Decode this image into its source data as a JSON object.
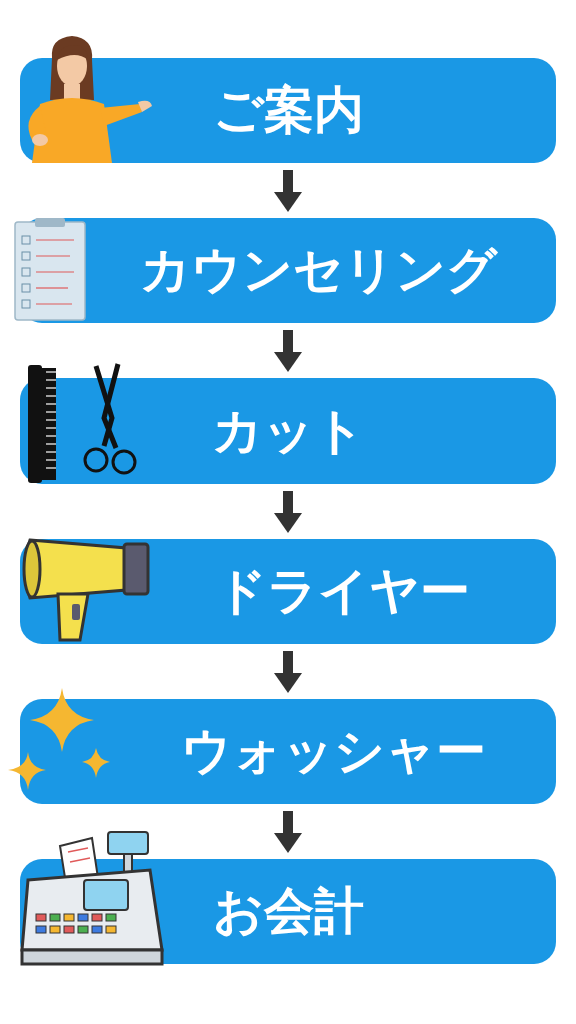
{
  "diagram": {
    "nodes": [
      {
        "text": [
          "ご案内"
        ]
      },
      {
        "text": [
          "カウンセリング"
        ]
      },
      {
        "text": [
          "カット"
        ]
      },
      {
        "text": [
          "ドライヤー"
        ]
      },
      {
        "text": [
          "ウォッシャー"
        ]
      },
      {
        "text": [
          "お会計"
        ]
      }
    ],
    "edges": [
      {
        "from": 0,
        "to": 1,
        "arrow": "to"
      },
      {
        "from": 1,
        "to": 2,
        "arrow": "to"
      },
      {
        "from": 2,
        "to": 3,
        "arrow": "to"
      },
      {
        "from": 3,
        "to": 4,
        "arrow": "to"
      },
      {
        "from": 4,
        "to": 5,
        "arrow": "to"
      }
    ]
  }
}
